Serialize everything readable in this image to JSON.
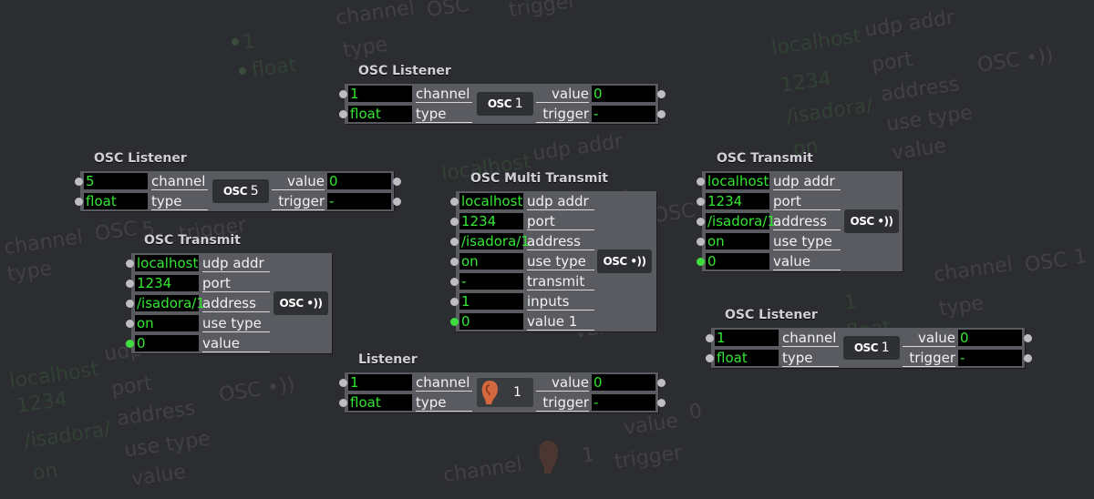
{
  "colors": {
    "background": "#2c2d30",
    "field_bg": "#000000",
    "field_text": "#34e634",
    "label_text": "#f2f2f2",
    "actor_body": "#5a5b61",
    "title": "#d0d0d6"
  },
  "labels": {
    "channel": "channel",
    "type": "type",
    "value": "value",
    "trigger": "trigger",
    "udp_addr": "udp addr",
    "port": "port",
    "address": "address",
    "use_type": "use type",
    "transmit": "transmit",
    "inputs": "inputs",
    "value_1": "value 1"
  },
  "osc_badge": "OSC",
  "osc_tx_badge": "OSC •))",
  "ear_icon": "ear-icon",
  "listeners": [
    {
      "title": "OSC Listener",
      "channel": "1",
      "type": "float",
      "channel_num": "1",
      "value": "0",
      "trigger": "-"
    },
    {
      "title": "OSC Listener",
      "channel": "5",
      "type": "float",
      "channel_num": "5",
      "value": "0",
      "trigger": "-"
    },
    {
      "title": "OSC Listener",
      "channel": "1",
      "type": "float",
      "channel_num": "1",
      "value": "0",
      "trigger": "-"
    },
    {
      "title": "Listener",
      "channel": "1",
      "type": "float",
      "channel_num": "1",
      "value": "0",
      "trigger": "-"
    }
  ],
  "transmits": [
    {
      "title": "OSC Transmit",
      "udp_addr": "localhost",
      "port": "1234",
      "address": "/isadora/1",
      "use_type": "on",
      "value": "0"
    },
    {
      "title": "OSC Transmit",
      "udp_addr": "localhost",
      "port": "1234",
      "address": "/isadora/1",
      "use_type": "on",
      "value": "0"
    }
  ],
  "multi_transmit": {
    "title": "OSC Multi Transmit",
    "udp_addr": "localhost",
    "port": "1234",
    "address": "/isadora/1",
    "use_type": "on",
    "transmit": "-",
    "inputs": "1",
    "value_1": "0"
  },
  "ghost": {
    "channel": "channel",
    "type": "type",
    "trigger": "trigger",
    "udp_addr": "udp addr",
    "port": "port",
    "address": "address",
    "use_type": "use type",
    "value": "value",
    "localhost": "localhost",
    "port_num": "1234",
    "isadora": "/isadora/",
    "on": "on",
    "float": "float",
    "one": "1",
    "five": "5",
    "zero": "0",
    "value_1": "value 1",
    "inputs": "inputs",
    "osc": "OSC",
    "osc_tx": "OSC •))"
  }
}
